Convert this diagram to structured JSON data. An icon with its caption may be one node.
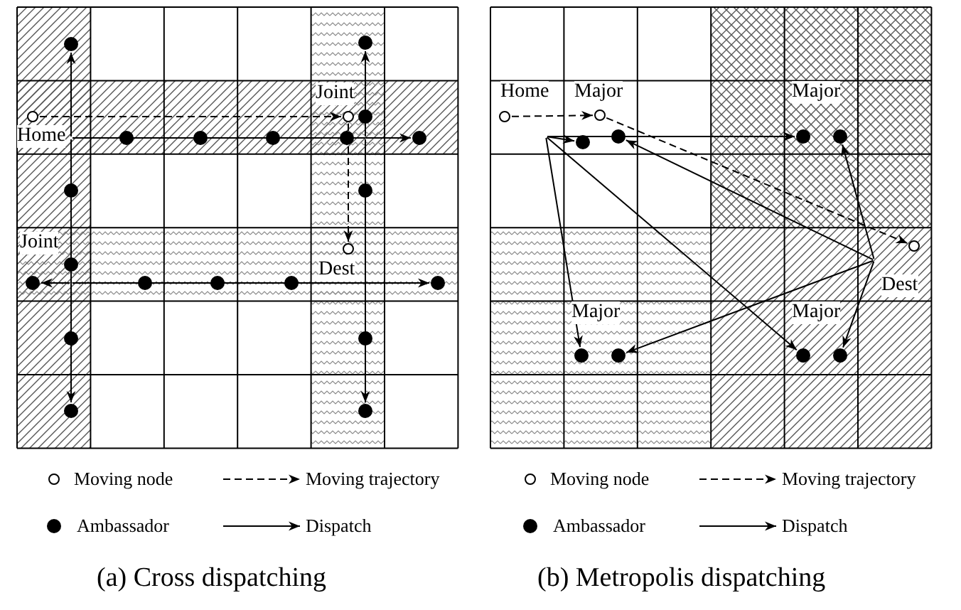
{
  "diagram": {
    "nodes": [
      {
        "text": [
          "Home"
        ]
      },
      {
        "text": [
          "Joint"
        ]
      },
      {
        "text": [
          "Dest"
        ]
      },
      {
        "text": [],
        "shape": "circle"
      },
      {
        "text": [],
        "shape": "circle"
      },
      {
        "text": [],
        "shape": "circle"
      },
      {
        "text": [],
        "shape": "circle"
      },
      {
        "text": [],
        "shape": "circle"
      },
      {
        "text": [],
        "shape": "circle"
      },
      {
        "text": [],
        "shape": "circle"
      },
      {
        "text": [],
        "shape": "circle"
      },
      {
        "text": [],
        "shape": "circle"
      },
      {
        "text": [],
        "shape": "circle"
      },
      {
        "text": [],
        "shape": "circle"
      },
      {
        "text": [],
        "shape": "circle"
      },
      {
        "text": [],
        "shape": "circle"
      },
      {
        "text": [],
        "shape": "circle"
      },
      {
        "text": [],
        "shape": "circle"
      },
      {
        "text": [],
        "shape": "circle"
      },
      {
        "text": [],
        "shape": "circle"
      },
      {
        "text": [],
        "shape": "circle"
      },
      {
        "text": [],
        "shape": "circle"
      },
      {
        "text": [],
        "shape": "circle"
      },
      {
        "text": [
          "Home"
        ]
      },
      {
        "text": [
          "Major"
        ]
      },
      {
        "text": [
          "Dest"
        ]
      },
      {
        "text": [],
        "shape": "circle"
      },
      {
        "text": [],
        "shape": "circle"
      },
      {
        "text": [],
        "shape": "circle"
      },
      {
        "text": [],
        "shape": "circle"
      },
      {
        "text": [],
        "shape": "circle"
      },
      {
        "text": [],
        "shape": "circle"
      },
      {
        "text": [],
        "shape": "circle"
      },
      {
        "text": [],
        "shape": "circle"
      },
      {
        "text": [
          "Joint"
        ]
      },
      {
        "text": [
          "Major"
        ]
      },
      {
        "text": [
          "Major"
        ]
      },
      {
        "text": [
          "Major"
        ]
      }
    ],
    "edges": [
      {
        "from": 0,
        "to": 1,
        "arrow": "to",
        "style": "dashed"
      },
      {
        "from": 1,
        "to": 2,
        "arrow": "to",
        "style": "dashed"
      },
      {
        "from": 0,
        "to": 3,
        "arrow": "to"
      },
      {
        "from": 0,
        "to": 21,
        "arrow": "to"
      },
      {
        "from": 0,
        "to": 10,
        "arrow": "to"
      },
      {
        "from": 5,
        "to": 4,
        "arrow": "to"
      },
      {
        "from": 9,
        "to": 22,
        "arrow": "to"
      },
      {
        "from": 13,
        "to": 14,
        "arrow": "to"
      },
      {
        "from": 13,
        "to": 18,
        "arrow": "to"
      },
      {
        "from": 23,
        "to": 24,
        "arrow": "to",
        "style": "dashed"
      },
      {
        "from": 24,
        "to": 25,
        "arrow": "to",
        "style": "dashed"
      },
      {
        "from": null,
        "to": 26,
        "arrow": "to"
      },
      {
        "from": null,
        "to": 28,
        "arrow": "to"
      },
      {
        "from": null,
        "to": 30,
        "arrow": "to"
      },
      {
        "from": null,
        "to": 32,
        "arrow": "to"
      },
      {
        "from": 25,
        "to": 27,
        "arrow": "to"
      },
      {
        "from": 25,
        "to": 29,
        "arrow": "to"
      },
      {
        "from": 25,
        "to": 33,
        "arrow": "to"
      },
      {
        "from": 25,
        "to": 31,
        "arrow": "to"
      }
    ],
    "labels": [
      "(a) Cross dispatching",
      "(b) Metropolis dispatching"
    ],
    "legend": [
      {
        "text": "Moving node"
      },
      {
        "text": "Moving trajectory"
      },
      {
        "text": "Moving node"
      },
      {
        "text": "Moving trajectory"
      },
      {
        "text": "Ambassador"
      },
      {
        "text": "Dispatch"
      },
      {
        "text": "Ambassador"
      },
      {
        "text": "Dispatch"
      }
    ]
  }
}
